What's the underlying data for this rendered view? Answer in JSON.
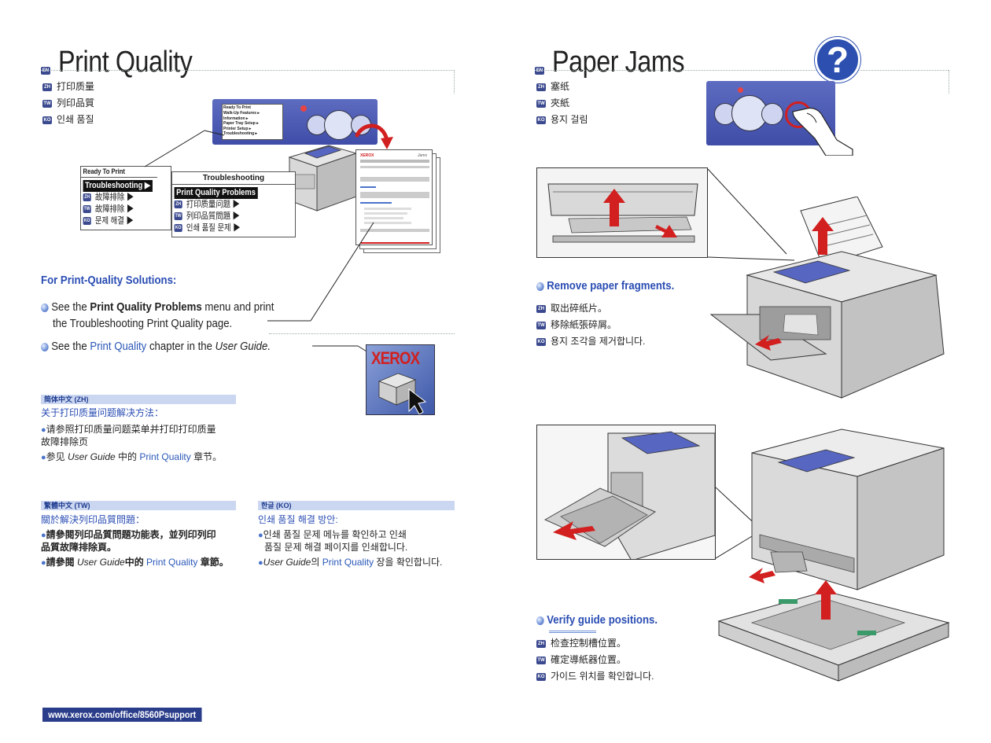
{
  "left_page": {
    "lang_en": "EN",
    "title": "Print Quality",
    "subtitles": [
      {
        "lang": "ZH",
        "text": "打印质量"
      },
      {
        "lang": "TW",
        "text": "列印品質"
      },
      {
        "lang": "KO",
        "text": "인쇄 품질"
      }
    ],
    "small_lcd": [
      "Ready To Print",
      "Walk-Up Features ▸",
      "Information ▸",
      "Paper Tray Setup ▸",
      "Printer Setup ▸",
      "Troubleshooting ▸"
    ],
    "lcd1": {
      "header": "Ready To Print",
      "selected": "Troubleshooting ▶",
      "rows": [
        {
          "lang": "ZH",
          "text": "故障排除 ▶"
        },
        {
          "lang": "TW",
          "text": "故障排除 ▶"
        },
        {
          "lang": "KO",
          "text": "문제 해결 ▶"
        }
      ]
    },
    "lcd2": {
      "header": "Troubleshooting",
      "selected": "Print Quality Problems",
      "rows": [
        {
          "lang": "ZH",
          "text": "打印质量问题 ▶"
        },
        {
          "lang": "TW",
          "text": "列印品質問題 ▶"
        },
        {
          "lang": "KO",
          "text": "인쇄 품질 문제 ▶"
        }
      ]
    },
    "doc_logo": "XEROX",
    "doc_title": "Jams",
    "solutions_heading": "For Print-Quality Solutions:",
    "bullet1_pre": "See the ",
    "bullet1_bold": "Print Quality Problems",
    "bullet1_post": " menu and print",
    "bullet1_line2": "the Troubleshooting Print Quality page.",
    "bullet2_pre": "See the ",
    "bullet2_link": "Print Quality",
    "bullet2_mid": " chapter in the ",
    "bullet2_italic": "User Guide.",
    "xerox_logo": "XEROX",
    "zh": {
      "bar": "简体中文 (ZH)",
      "heading": "关于打印质量问题解决方法：",
      "b1_line1": "请参照打印质量问题菜单并打印打印质量",
      "b1_line2": "故障排除页",
      "b2_pre": "参见 ",
      "b2_italic": "User Guide",
      "b2_mid": " 中的 ",
      "b2_link": "Print Quality",
      "b2_post": " 章节。"
    },
    "tw": {
      "bar": "繁體中文 (TW)",
      "heading": "關於解決列印品質問題：",
      "b1_line1": "請參閱列印品質問題功能表，並列印列印",
      "b1_line2": "品質故障排除頁。",
      "b2_pre": "請參閱 ",
      "b2_italic": "User Guide",
      "b2_mid": "中的 ",
      "b2_link": "Print Quality",
      "b2_post": " 章節。"
    },
    "ko": {
      "bar": "한글 (KO)",
      "heading": "인쇄 품질 해결 방안:",
      "b1_line1": "인쇄 품질 문제 메뉴를 확인하고 인쇄",
      "b1_line2": "품질 문제 해결 페이지를 인쇄합니다.",
      "b2_italic": "User Guide",
      "b2_mid": "의 ",
      "b2_link": "Print Quality",
      "b2_post": " 장을 확인합니다."
    },
    "footer_url": "www.xerox.com/office/8560Psupport"
  },
  "right_page": {
    "lang_en": "EN",
    "title": "Paper Jams",
    "help_glyph": "?",
    "subtitles": [
      {
        "lang": "ZH",
        "text": "塞纸"
      },
      {
        "lang": "TW",
        "text": "夾紙"
      },
      {
        "lang": "KO",
        "text": "용지 걸림"
      }
    ],
    "step1": {
      "heading": "Remove paper fragments.",
      "lines": [
        {
          "lang": "ZH",
          "text": "取出碎纸片。"
        },
        {
          "lang": "TW",
          "text": "移除紙張碎屑。"
        },
        {
          "lang": "KO",
          "text": "용지 조각을 제거합니다."
        }
      ]
    },
    "step2": {
      "heading": "Verify guide positions.",
      "lines": [
        {
          "lang": "ZH",
          "text": "检查控制槽位置。"
        },
        {
          "lang": "TW",
          "text": "確定導紙器位置。"
        },
        {
          "lang": "KO",
          "text": "가이드 위치를 확인합니다."
        }
      ]
    }
  },
  "colors": {
    "accent_blue": "#2a4db3",
    "panel_blue": "#4a58b5",
    "arrow_red": "#d21f1f",
    "lang_bar": "#cbd7f1",
    "footer_bg": "#2a3d8a"
  }
}
